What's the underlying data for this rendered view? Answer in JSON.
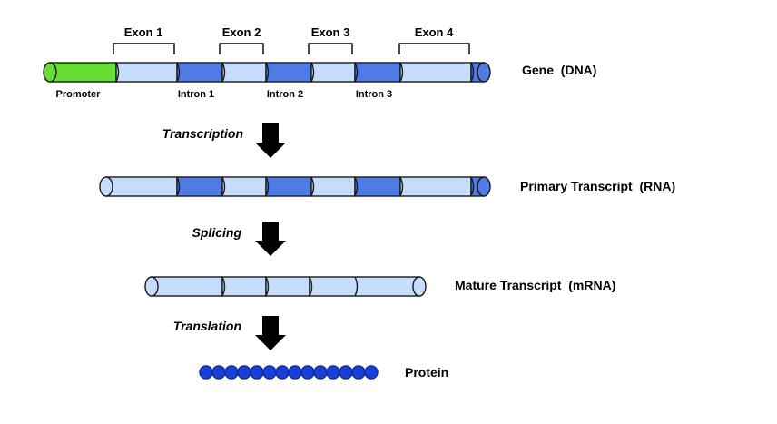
{
  "gene": {
    "label": "Gene  (DNA)",
    "promoter_label": "Promoter",
    "exon_labels": [
      "Exon 1",
      "Exon 2",
      "Exon 3",
      "Exon 4"
    ],
    "intron_labels": [
      "Intron 1",
      "Intron 2",
      "Intron 3"
    ]
  },
  "primary_transcript": {
    "label": "Primary Transcript  (RNA)"
  },
  "mature_transcript": {
    "label": "Mature Transcript  (mRNA)"
  },
  "protein": {
    "label": "Protein",
    "bead_count": 14
  },
  "steps": {
    "transcription": "Transcription",
    "splicing": "Splicing",
    "translation": "Translation"
  },
  "colors": {
    "promoter": "#66dd33",
    "exon": "#c5dcfa",
    "intron": "#4f7be3",
    "end_cap": "#4f7be3",
    "protein_bead": "#1a3fd6",
    "arrow": "#000000"
  }
}
